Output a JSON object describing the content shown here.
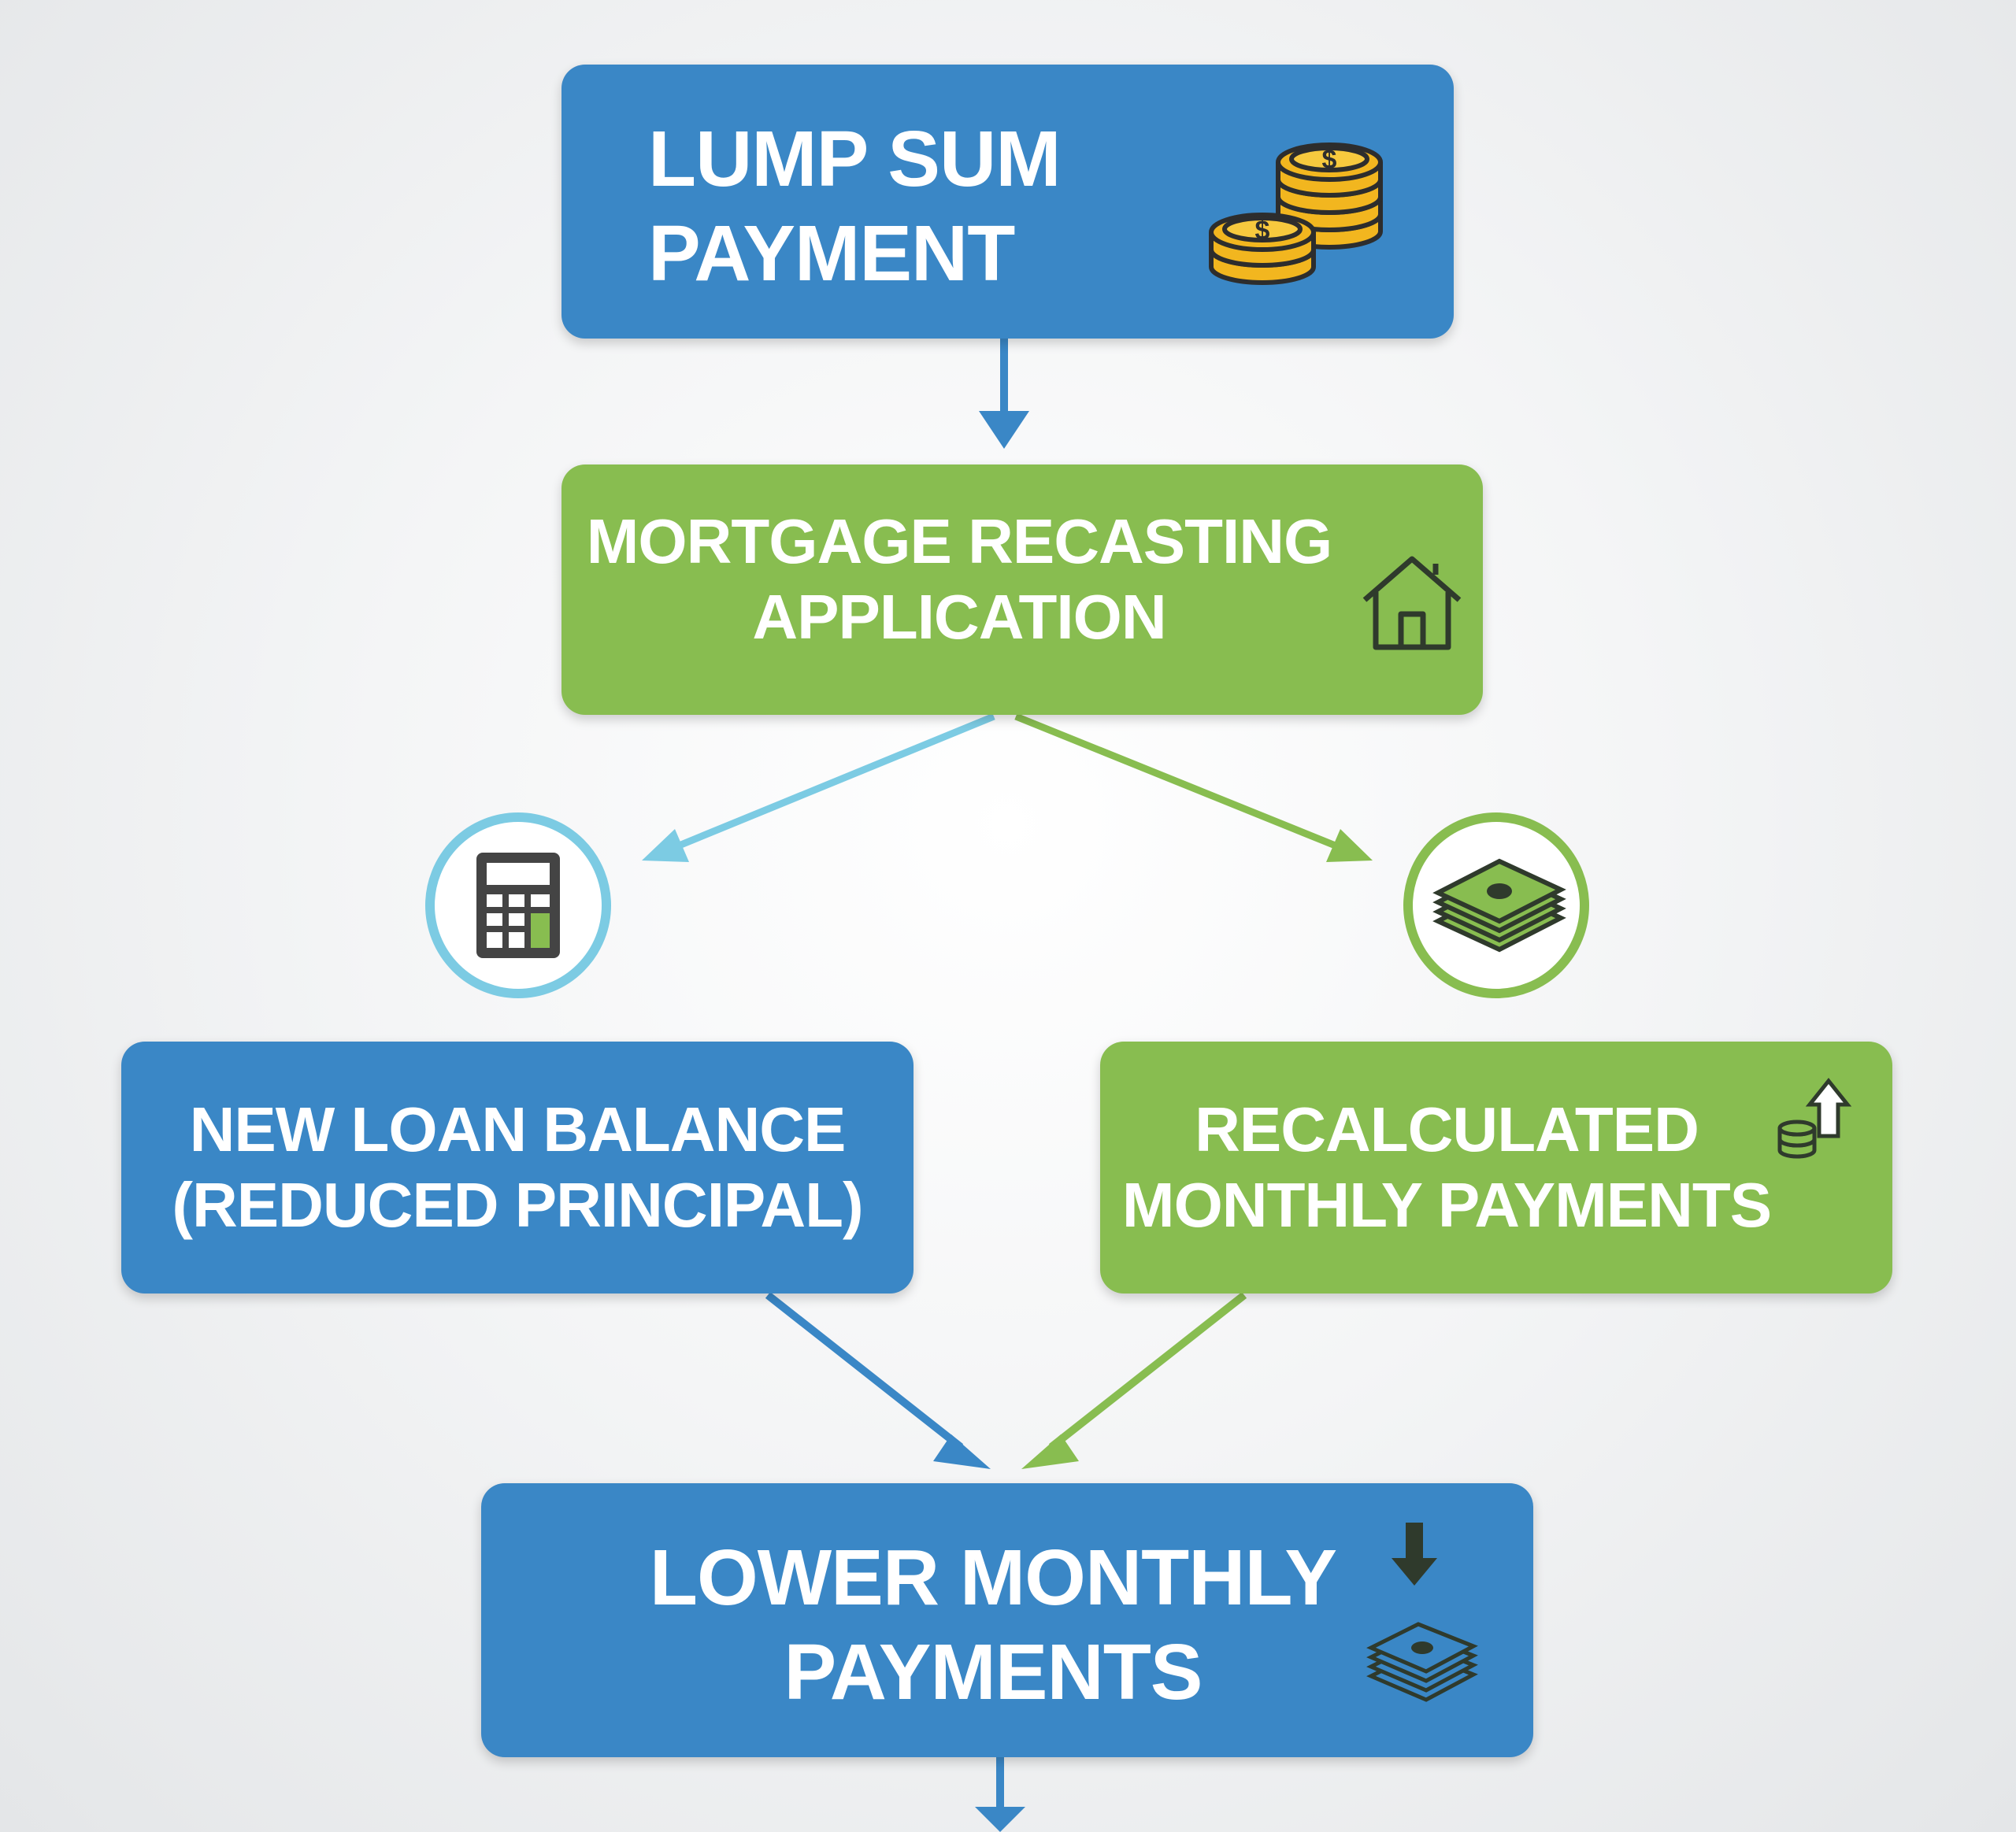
{
  "nodes": {
    "lump_sum": {
      "line1": "LUMP SUM",
      "line2": "PAYMENT",
      "icon": "coin-stack-icon"
    },
    "recasting": {
      "line1": "MORTGAGE RECASTING",
      "line2": "APPLICATION",
      "icon": "house-icon"
    },
    "new_balance": {
      "line1": "NEW LOAN BALANCE",
      "line2": "(REDUCED PRINCIPAL)",
      "icon": "calculator-icon"
    },
    "recalculated": {
      "line1": "RECALCULATED",
      "line2": "MONTHLY PAYMENTS",
      "icon": "cash-stack-icon"
    },
    "lower_payments": {
      "line1": "LOWER MONTHLY",
      "line2": "PAYMENTS",
      "icon": "down-arrow-cash-icon"
    }
  },
  "colors": {
    "blue": "#3a87c6",
    "green": "#88bd50",
    "light_blue": "#7ccbe3",
    "coin_gold": "#f2b61f"
  }
}
